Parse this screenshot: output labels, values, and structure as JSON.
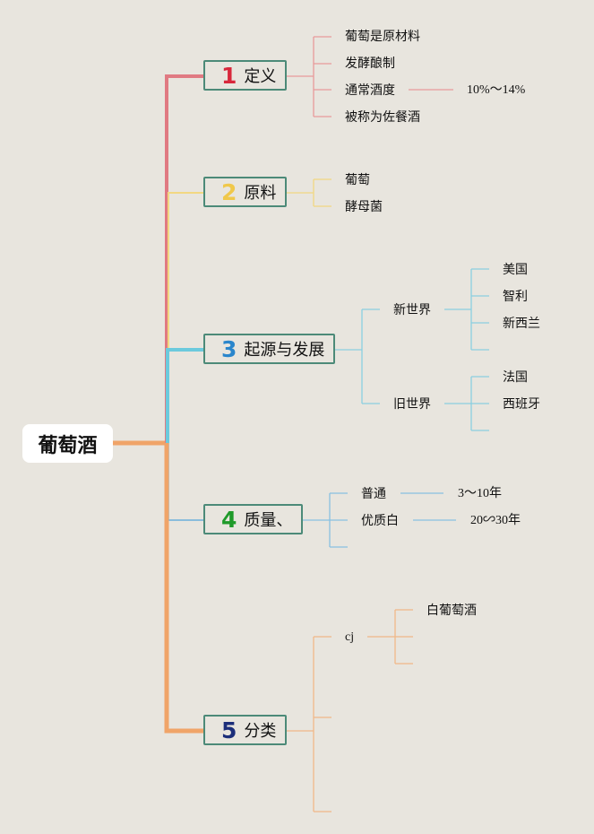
{
  "root": "葡萄酒",
  "colors": {
    "bg": "#e8e5de",
    "t1": "#e07a82",
    "t2": "#f2d882",
    "t3": "#6ccadd",
    "t4": "#6ab0dc",
    "t5": "#f0a468",
    "n1": "#d8283c",
    "n2": "#f0c84a",
    "n3": "#2a86cc",
    "n4": "#1f9a2a",
    "n5": "#1c2e7a"
  },
  "topics": [
    {
      "num": "1",
      "label": "定义",
      "children": [
        "葡萄是原材料",
        "发酵酿制",
        "通常酒度",
        "被称为佐餐酒"
      ],
      "values": {
        "range": "10%～14%"
      }
    },
    {
      "num": "2",
      "label": "原料",
      "children": [
        "葡萄",
        "酵母菌"
      ]
    },
    {
      "num": "3",
      "label": "起源与发展",
      "branches": [
        {
          "label": "新世界",
          "children": [
            "美国",
            "智利",
            "新西兰"
          ]
        },
        {
          "label": "旧世界",
          "children": [
            "法国",
            "西班牙"
          ]
        }
      ]
    },
    {
      "num": "4",
      "label": "质量、",
      "children": [
        "普通",
        "优质白"
      ],
      "values": [
        "3～10年",
        "20∽30年"
      ]
    },
    {
      "num": "5",
      "label": "分类",
      "branch": {
        "label": "cj",
        "children": [
          "白葡萄酒"
        ]
      }
    }
  ]
}
